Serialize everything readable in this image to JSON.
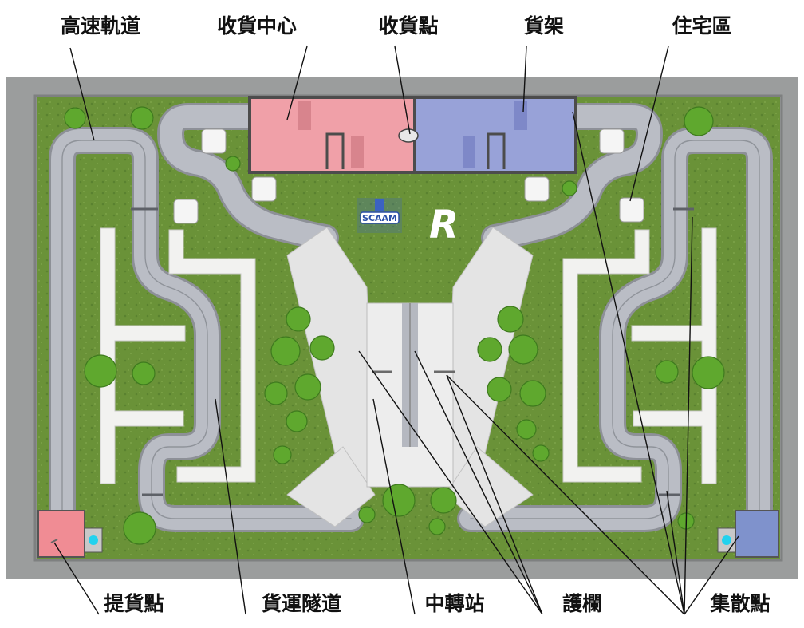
{
  "labels": {
    "high_speed_track": "高速軌道",
    "receiving_center": "收貨中心",
    "receiving_point": "收貨點",
    "shelf": "貨架",
    "residential_area": "住宅區",
    "pickup_point": "提貨點",
    "freight_tunnel": "貨運隧道",
    "transfer_station": "中轉站",
    "guardrail": "護欄",
    "collection_point": "集散點"
  },
  "logos": {
    "scaam": "SCAAM",
    "r_logo": "R"
  },
  "colors": {
    "wall": "#9b9d9d",
    "grass": "#6a9238",
    "track": "#b9bcc4",
    "receiving_zone": "#f0a0a8",
    "shelf_zone": "#98a2d8",
    "pickup_zone": "#f08c94",
    "collection_zone": "#7f92cc",
    "sensor": "#22d2ee",
    "tree": "#5fa82e"
  }
}
